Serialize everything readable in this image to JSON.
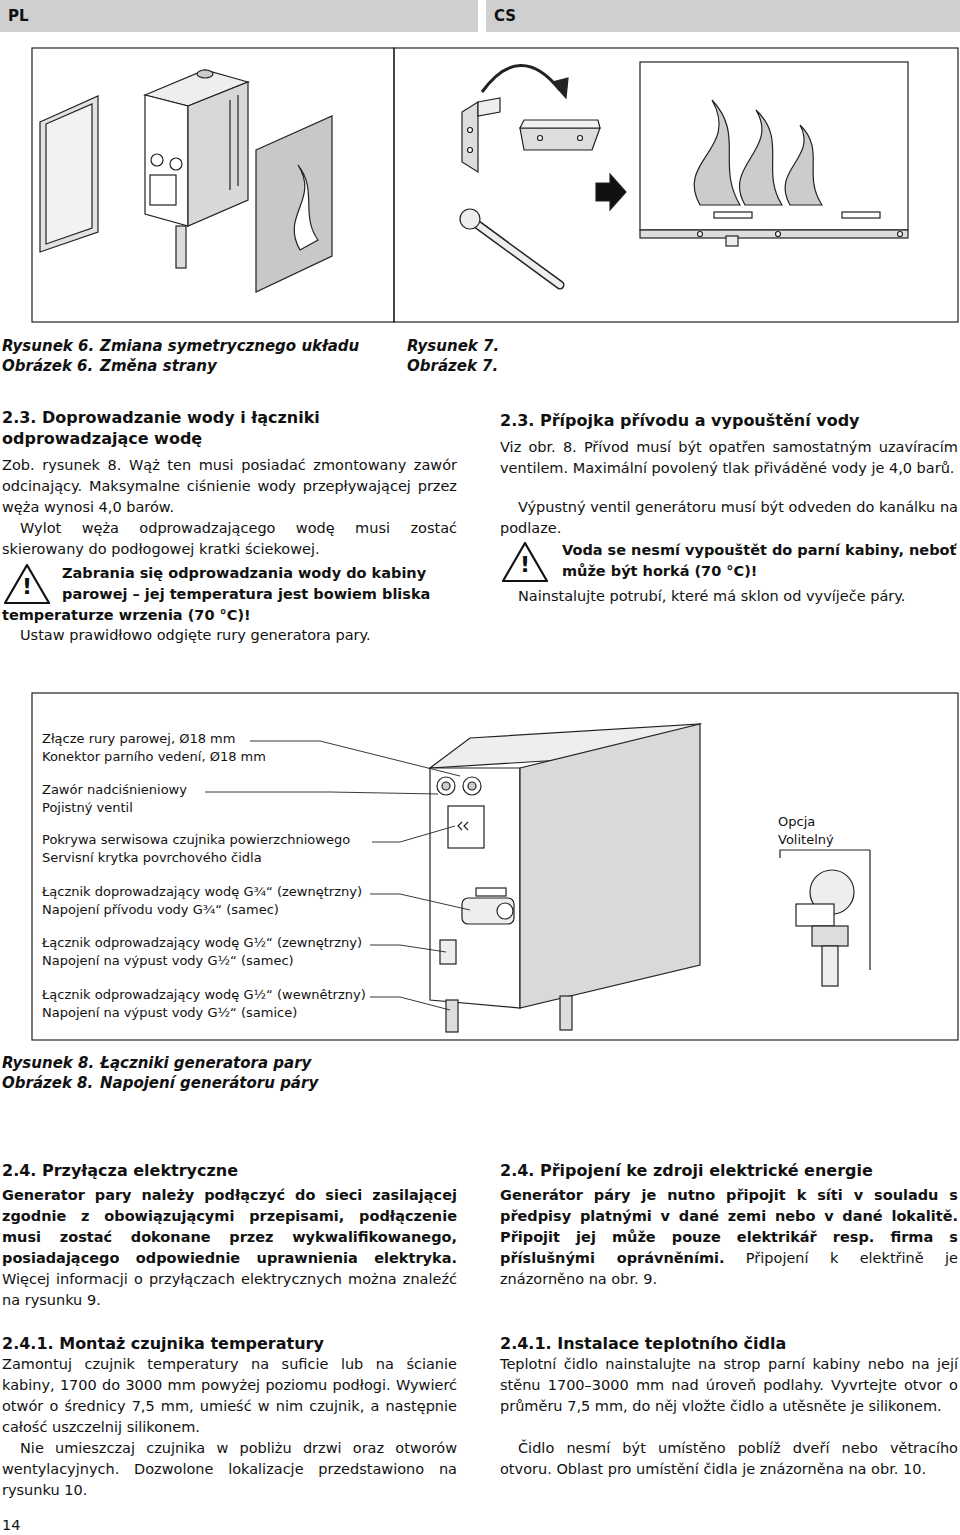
{
  "diagram": {
    "nodes": [
      {
        "text": [
          "PL"
        ]
      },
      {
        "text": [
          "CS"
        ]
      },
      {
        "text": [
          "!"
        ]
      },
      {
        "text": [
          "!"
        ]
      }
    ],
    "labels": [
      "Rysunek 6.",
      "Zmiana symetrycznego układu",
      "Obrázek 6.",
      "Změna strany",
      "Rysunek 7.",
      "Obrázek 7.",
      "2.3. Doprowadzanie wody i łączniki odprowadzające wodę",
      "Zob. rysunek 8. Wąż ten musi posiadać zmontowany zawór odcinający. Maksymalne ciśnienie wody przepływającej przez węża wynosi 4,0 barów.",
      "Wylot węża odprowadzającego wodę musi zostać skierowany do podłogowej kratki ściekowej.",
      "Zabrania się odprowadzania wody do kabiny parowej – jej temperatura jest bowiem bliska temperaturze wrzenia (70 °C)!",
      "Ustaw prawidłowo odgięte rury generatora pary.",
      "2.3. Přípojka přívodu a vypouštění vody",
      "Viz obr. 8. Přívod musí být opatřen samostatným uzavíracím ventilem. Maximální povolený tlak přiváděné vody je 4,0 barů.",
      "Výpustný ventil generátoru musí být odveden do kanálku na podlaze.",
      "Voda se nesmí vypouštět do parní kabiny, neboť může být horká (70 °C)!",
      "Nainstalujte potrubí, které má sklon od vyvíječe páry.",
      "Złącze rury parowej, Ø18 mm",
      "Konektor parního vedení, Ø18 mm",
      "Zawór nadciśnieniowy",
      "Pojistný ventil",
      "Pokrywa serwisowa czujnika powierzchniowego",
      "Servisní krytka povrchového čidla",
      "Łącznik doprowadzający wodę G¾“ (zewnętrzny)",
      "Napojení přívodu vody G¾“ (samec)",
      "Łącznik odprowadzający wodę G½“ (zewnętrzny)",
      "Napojení na výpust vody G½“ (samec)",
      "Łącznik odprowadzający wodę G½“ (wewnêtrzny)",
      "Napojení na výpust vody G½“ (samice)",
      "Opcja",
      "Volitelný",
      "Rysunek 8.",
      "Łączniki generatora pary",
      "Obrázek 8.",
      "Napojení generátoru páry",
      "2.4. Przyłącza elektryczne",
      "Generator pary należy podłączyć do sieci zasilającej zgodnie z obowiązującymi przepisami, podłączenie musi zostać dokonane przez wykwalifikowanego, posiadającego odpowiednie uprawnienia elektryka.",
      "Więcej informacji o przyłączach elektrycznych można znaleźć na rysunku 9.",
      "2.4.1. Montaż czujnika temperatury",
      "Zamontuj czujnik temperatury na suficie lub na ścianie kabiny, 1700 do 3000 mm powyżej poziomu podłogi. Wywierć otwór o średnicy 7,5 mm, umieść w nim czujnik, a następnie całość uszczelnij silikonem.",
      "Nie umieszczaj czujnika w pobliżu drzwi oraz otworów wentylacyjnych. Dozwolone lokalizacje przedstawiono na rysunku 10.",
      "14",
      "2.4. Připojení ke zdroji elektrické energie",
      "Generátor páry je nutno připojit k síti v souladu s předpisy platnými v dané zemi nebo v dané lokalitě. Připojit jej může pouze elektrikář resp. firma s příslušnými oprávněními.",
      "Připojení k elektřině je znázorněno na obr. 9.",
      "2.4.1. Instalace teplotního čidla",
      "Teplotní čidlo nainstalujte na strop parní kabiny nebo na její stěnu 1700–3000 mm nad úroveň podlahy. Vyvrtejte otvor o průměru 7,5 mm, do něj vložte čidlo a utěsněte je silikonem.",
      "Čidlo nesmí být umístěno poblíž dveří nebo větracího otvoru. Oblast pro umístění čidla je znázorněna na obr. 10."
    ]
  }
}
